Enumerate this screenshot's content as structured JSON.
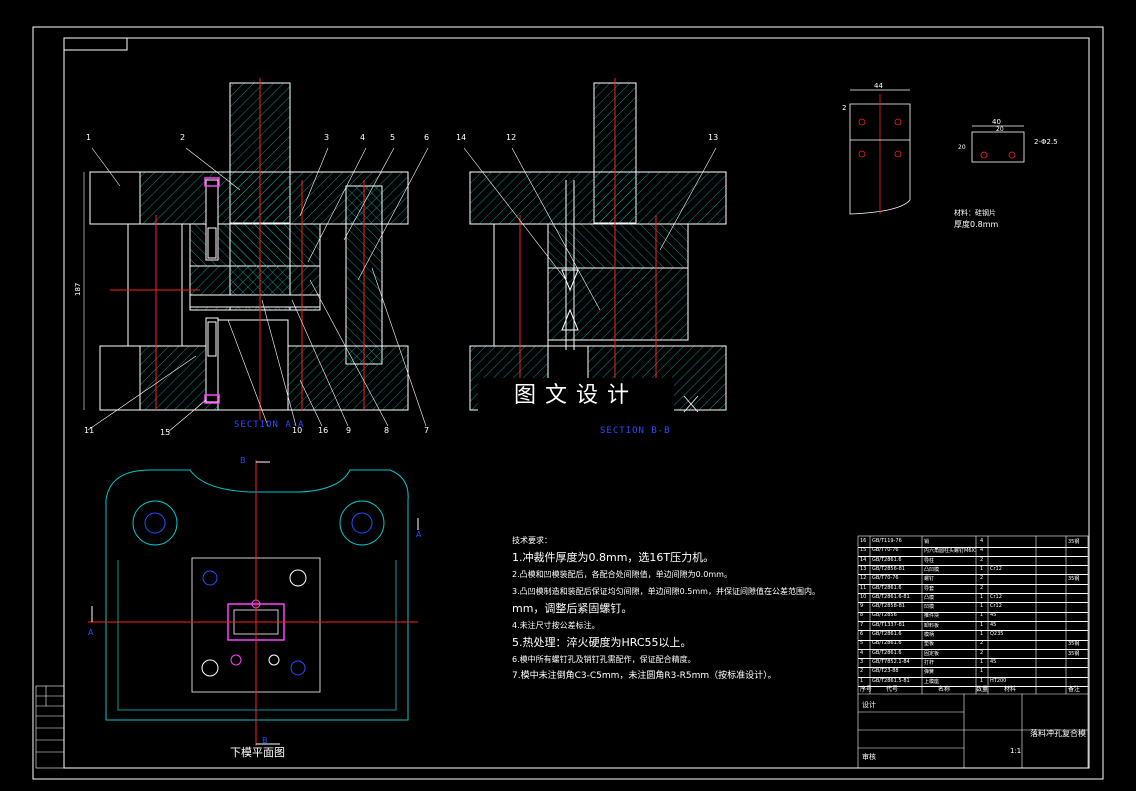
{
  "balloons_left": [
    "1",
    "2",
    "3",
    "4",
    "5",
    "6",
    "11",
    "15",
    "10",
    "16",
    "9",
    "8",
    "7"
  ],
  "balloons_right": [
    "14",
    "12",
    "13"
  ],
  "section_a_label": "SECTION A-A",
  "section_b_label": "SECTION B-B",
  "watermark": "图文设计",
  "plan_view_label": "下模平面图",
  "view_markers": {
    "a1": "A",
    "a2": "A",
    "b1": "B",
    "b2": "B"
  },
  "detail": {
    "width_dim": "44",
    "dim_2": "2",
    "strip_w": "40",
    "strip_inner": "20",
    "strip_h": "20",
    "hole": "2-Φ2.5",
    "material": "材料：硅钢片",
    "thickness": "厚度0.8mm"
  },
  "tech_requirements": {
    "heading": "技术要求：",
    "items": [
      "1.冲裁件厚度为0.8mm，选16T压力机。",
      "2.凸模和凹模装配后，各配合处间隙值，单边间隙为0.0mm。",
      "3.凸凹模制造和装配后保证均匀间隙，单边间隙0.5mm，并保证间隙值在公差范围内。",
      "mm，调整后紧固螺钉。",
      "4.未注尺寸按公差标注。",
      "5.热处理：淬火硬度为HRC55以上。",
      "6.模中所有螺钉孔及销钉孔需配作，保证配合精度。",
      "7.模中未注倒角C3-C5mm，未注圆角R3-R5mm（按标准设计）。"
    ]
  },
  "bom": [
    {
      "no": "16",
      "code": "GB/T119-76",
      "name": "销",
      "qty": "4",
      "mat": "",
      "note": "35钢"
    },
    {
      "no": "15",
      "code": "GB/T70-76",
      "name": "内六角圆柱头螺钉M6X30",
      "qty": "4",
      "mat": "",
      "note": ""
    },
    {
      "no": "14",
      "code": "GB/T2861.6",
      "name": "导柱",
      "qty": "2",
      "mat": "",
      "note": ""
    },
    {
      "no": "13",
      "code": "GB/T2856-81",
      "name": "凸凹模",
      "qty": "1",
      "mat": "Cr12",
      "note": ""
    },
    {
      "no": "12",
      "code": "GB/T70-76",
      "name": "螺钉",
      "qty": "2",
      "mat": "",
      "note": "35钢"
    },
    {
      "no": "11",
      "code": "GB/T2861.6",
      "name": "导套",
      "qty": "2",
      "mat": "",
      "note": ""
    },
    {
      "no": "10",
      "code": "GB/T2861.6-81",
      "name": "凸模",
      "qty": "1",
      "mat": "Cr12",
      "note": ""
    },
    {
      "no": "9",
      "code": "GB/T2858-81",
      "name": "凹模",
      "qty": "1",
      "mat": "Cr12",
      "note": ""
    },
    {
      "no": "8",
      "code": "GB/T2856",
      "name": "推件块",
      "qty": "1",
      "mat": "45",
      "note": ""
    },
    {
      "no": "7",
      "code": "GB/T1337-81",
      "name": "卸料板",
      "qty": "1",
      "mat": "45",
      "note": ""
    },
    {
      "no": "6",
      "code": "GB/T2861.6",
      "name": "模柄",
      "qty": "1",
      "mat": "Q235",
      "note": ""
    },
    {
      "no": "5",
      "code": "GB/T2861.6",
      "name": "垫板",
      "qty": "2",
      "mat": "",
      "note": "35钢"
    },
    {
      "no": "4",
      "code": "GB/T2861.6",
      "name": "固定板",
      "qty": "2",
      "mat": "",
      "note": "35钢"
    },
    {
      "no": "3",
      "code": "GB/T7852.1-84",
      "name": "打杆",
      "qty": "1",
      "mat": "45",
      "note": ""
    },
    {
      "no": "2",
      "code": "GB/T23-88",
      "name": "弹簧",
      "qty": "1",
      "mat": "",
      "note": ""
    },
    {
      "no": "1",
      "code": "GB/T2861.5-81",
      "name": "上模座",
      "qty": "1",
      "mat": "HT200",
      "note": ""
    }
  ],
  "bom_header": {
    "no": "序号",
    "code": "代号",
    "name": "名称",
    "qty": "数量",
    "mat": "材料",
    "note": "备注"
  },
  "title_block": {
    "drawing_name": "落料冲孔复合模",
    "scale": "1:1",
    "design": "设计",
    "check": "审核"
  },
  "colors": {
    "outline": "#ffffff",
    "section": "#00c8c8",
    "centerline": "#ff2020",
    "dimension": "#ffffff",
    "highlight": "#ff40ff",
    "hidden": "#2a4cff"
  }
}
